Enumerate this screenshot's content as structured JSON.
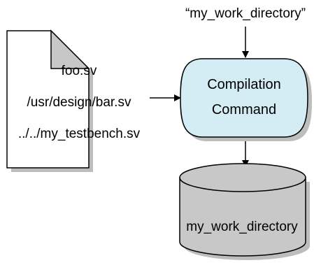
{
  "diagram": {
    "files": {
      "lines": [
        "foo.sv",
        "/usr/design/bar.sv",
        "../../my_testbench.sv"
      ]
    },
    "directory_argument": "“my_work_directory”",
    "command": {
      "line1": "Compilation",
      "line2": "Command"
    },
    "library": "my_work_directory"
  },
  "colors": {
    "command_fill": "#d4ecf4",
    "page_fold": "#c7c7c7",
    "cylinder_fill": "#c8c8c8",
    "shadow": "#bdbdbd",
    "stroke": "#000000"
  }
}
